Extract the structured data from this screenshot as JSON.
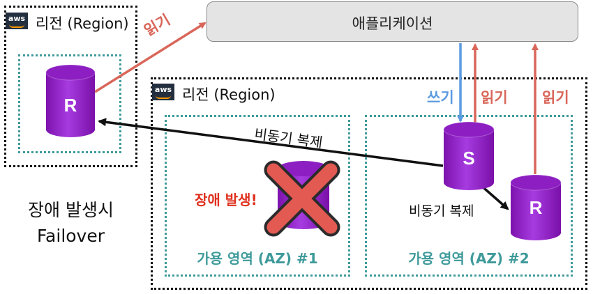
{
  "regions": [
    {
      "aws_label": "aws",
      "title": "리전 (Region)"
    },
    {
      "aws_label": "aws",
      "title": "리전 (Region)"
    }
  ],
  "application": {
    "label": "애플리케이션"
  },
  "availability_zones": [
    {
      "label": "가용 영역 (AZ) #1"
    },
    {
      "label": "가용 영역 (AZ) #2"
    }
  ],
  "databases": {
    "remote_replica": "R",
    "standby": "S",
    "local_replica": "R"
  },
  "arrows": {
    "remote_read": "읽기",
    "write": "쓰기",
    "read_standby": "읽기",
    "read_replica": "읽기",
    "async_cross_region": "비동기 복제",
    "async_local": "비동기 복제"
  },
  "failure_label": "장애 발생!",
  "failover_title": [
    "장애 발생시",
    "Failover"
  ],
  "colors": {
    "db_purple": "#9c1fd1",
    "read_arrow": "#d9665a",
    "write_arrow": "#5b9be0",
    "az_border": "#3f9a9a",
    "fail_red": "#e0301e"
  },
  "icons": [
    "aws-logo",
    "database-cylinder-icon",
    "failure-cross-icon"
  ]
}
